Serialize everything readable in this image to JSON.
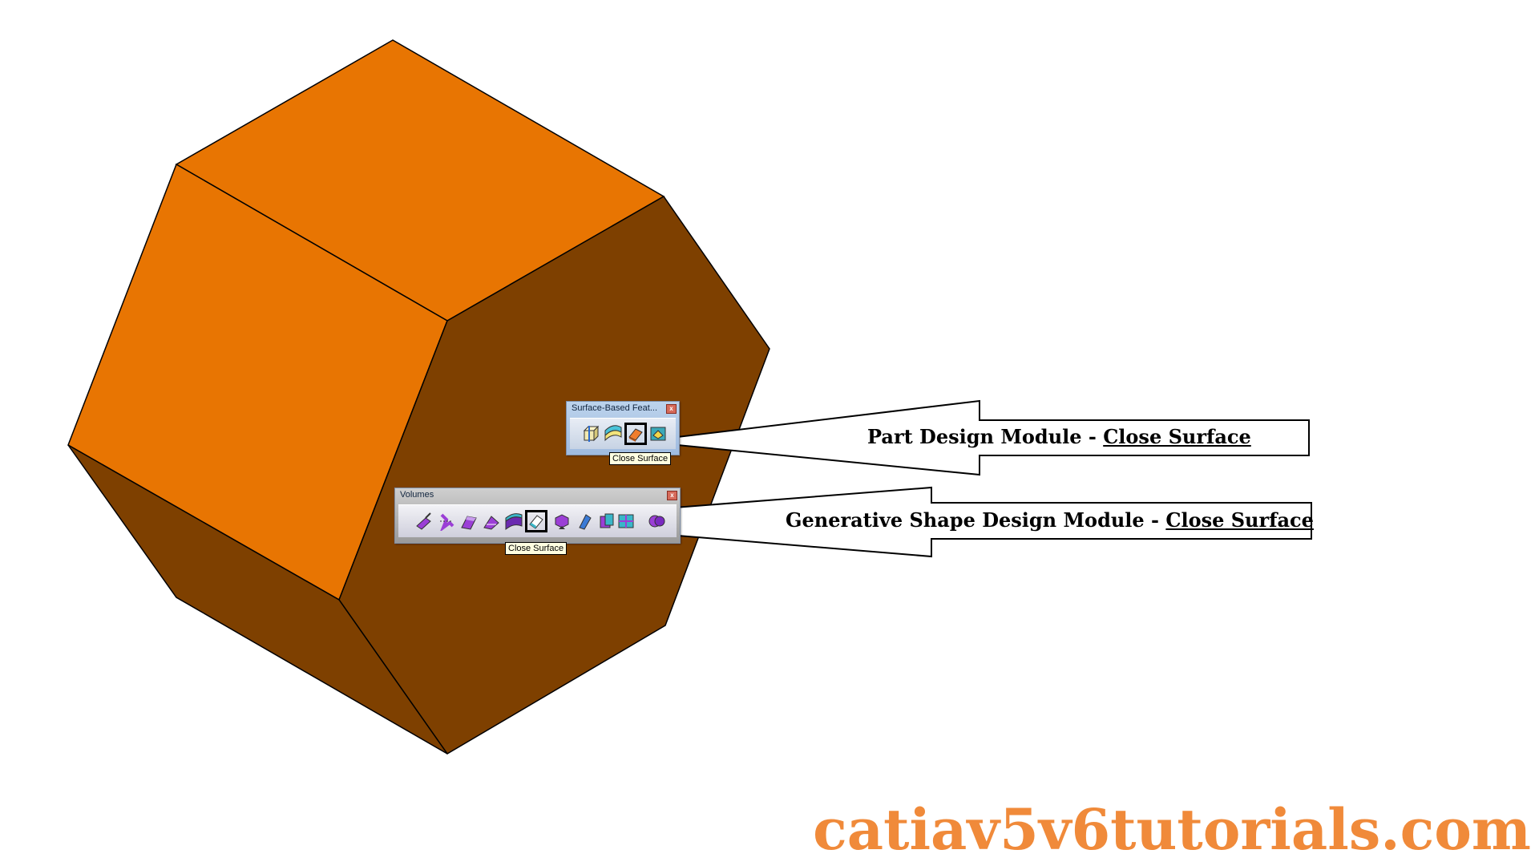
{
  "toolbar_surface": {
    "title": "Surface-Based Feat...",
    "close_glyph": "x",
    "tooltip": "Close Surface",
    "buttons": [
      "split-icon",
      "thick-surface-icon",
      "close-surface-icon",
      "sew-surface-icon"
    ],
    "active_index": 2
  },
  "toolbar_volumes": {
    "title": "Volumes",
    "close_glyph": "x",
    "tooltip": "Close Surface",
    "buttons": [
      "volume-extrude-icon",
      "volume-revolve-icon",
      "volume-sweep-icon",
      "volume-multisection-icon",
      "volume-thick-icon",
      "close-surface-icon",
      "add-icon",
      "remove-icon",
      "intersect-icon",
      "trim-icon",
      "sew-icon"
    ],
    "active_index": 5
  },
  "callout_part": {
    "prefix": "Part Design Module - ",
    "link": "Close Surface"
  },
  "callout_gsd": {
    "prefix": "Generative Shape Design Module - ",
    "link": "Close Surface"
  },
  "watermark": "catiav5v6tutorials.com",
  "colors": {
    "face_light": "#e87502",
    "face_dark": "#7e4000",
    "watermark": "#f08a3a",
    "tooltip_bg": "#ffffe1"
  }
}
